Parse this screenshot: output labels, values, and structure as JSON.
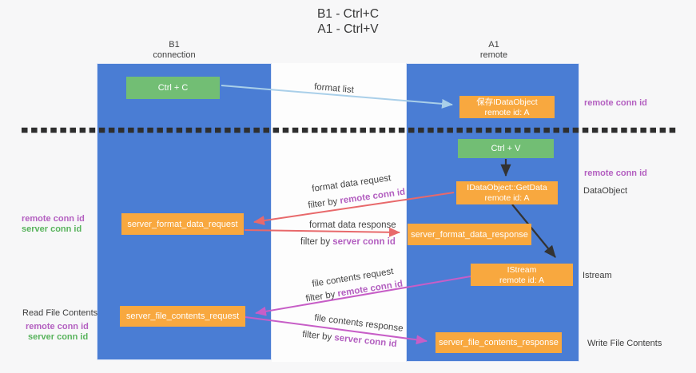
{
  "title": {
    "line1": "B1 - Ctrl+C",
    "line2": "A1 - Ctrl+V"
  },
  "lifelines": {
    "left": {
      "name": "B1",
      "role": "connection"
    },
    "right": {
      "name": "A1",
      "role": "remote"
    }
  },
  "nodes": {
    "ctrl_c": {
      "label": "Ctrl + C"
    },
    "clipboard_saved": {
      "line1": "保存IDataObject",
      "line2": "remote id: A"
    },
    "ctrl_v": {
      "label": "Ctrl + V"
    },
    "getdata": {
      "line1": "IDataObject::GetData",
      "line2": "remote id: A"
    },
    "format_request": {
      "label": "server_format_data_request"
    },
    "format_response": {
      "label": "server_format_data_response"
    },
    "istream": {
      "line1": "IStream",
      "line2": "remote id: A"
    },
    "file_request": {
      "label": "server_file_contents_request"
    },
    "file_response": {
      "label": "server_file_contents_response"
    }
  },
  "flow_labels": {
    "format_list": "format list",
    "format_data_request": "format data request",
    "format_data_response": "format data response",
    "file_contents_request": "file contents request",
    "file_contents_response": "file contents response",
    "filter_by": "filter by ",
    "remote_conn_id": "remote conn id",
    "server_conn_id": "server conn id"
  },
  "side_labels": {
    "remote_conn_id_top": "remote conn id",
    "remote_conn_id_mid": "remote conn id",
    "dataobject": "DataObject",
    "istream": "Istream",
    "write_file_contents": "Write File Contents",
    "read_file_contents": "Read File Contents",
    "left_remote_conn_id_1": "remote conn id",
    "left_server_conn_id_1": "server conn id",
    "left_remote_conn_id_2": "remote conn id",
    "left_server_conn_id_2": "server conn id"
  },
  "colors": {
    "lifeline_blue": "#4a7dd4",
    "action_green": "#72be74",
    "message_orange": "#f8a83f",
    "request_red": "#e8696b",
    "response_magenta": "#c75ec7",
    "format_list_blue": "#a9cfe9",
    "conn_id_purple": "#b35fc0",
    "conn_id_green": "#58b35c",
    "separator_black": "#2e2e2e",
    "text_dark": "#3d3d3d"
  }
}
